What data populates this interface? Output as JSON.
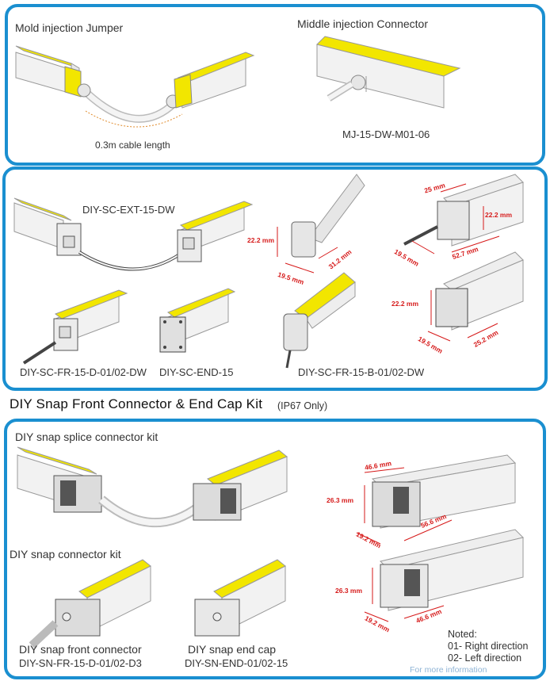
{
  "top_clip_text": "(                   ,              )",
  "panel1": {
    "jumper_title": "Mold injection Jumper",
    "cable_length": "0.3m cable length",
    "connector_title": "Middle injection Connector",
    "connector_code": "MJ-15-DW-M01-06"
  },
  "panel2": {
    "ext_code": "DIY-SC-EXT-15-DW",
    "fr_d_code": "DIY-SC-FR-15-D-01/02-DW",
    "end_code": "DIY-SC-END-15",
    "fr_b_code": "DIY-SC-FR-15-B-01/02-DW",
    "dims": {
      "a_h": "22.2 mm",
      "a_w": "19.5 mm",
      "a_l": "31.2 mm",
      "b_top": "25 mm",
      "b_h": "22.2 mm",
      "b_w": "19.5 mm",
      "b_l": "52.7 mm",
      "c_h": "22.2 mm",
      "c_w": "19.5 mm",
      "c_l": "25.2 mm"
    }
  },
  "section": {
    "title": "DIY Snap Front Connector & End Cap Kit",
    "subtitle": "(IP67 Only)"
  },
  "panel3": {
    "splice_title": "DIY snap splice connector kit",
    "connector_kit_title": "DIY snap connector kit",
    "front_connector": "DIY snap front connector",
    "front_code": "DIY-SN-FR-15-D-01/02-D3",
    "end_cap": "DIY snap end cap",
    "end_code": "DIY-SN-END-01/02-15",
    "dims": {
      "a_top": "46.6 mm",
      "a_h": "26.3 mm",
      "a_w": "19.2 mm",
      "a_l": "56.6 mm",
      "b_h": "26.3 mm",
      "b_w": "19.2 mm",
      "b_l": "46.6 mm"
    },
    "notes": {
      "title": "Noted:",
      "right": "01- Right direction",
      "left": "02- Left direction"
    },
    "more_info": "For more information"
  },
  "colors": {
    "border": "#1a8fd0",
    "yellow": "#f2e600",
    "dim": "#d61a1a"
  }
}
